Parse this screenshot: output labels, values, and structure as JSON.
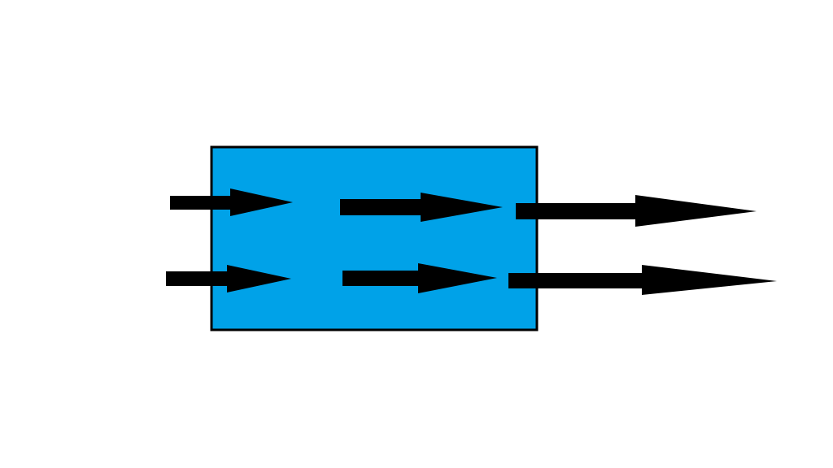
{
  "diagram": {
    "background_color": "#ffffff",
    "box": {
      "fill_color": "#00a2e8",
      "stroke_color": "#000000"
    },
    "arrows": {
      "color": "#000000",
      "direction": "right",
      "rows": [
        {
          "row": "top",
          "segments": [
            "inlet-arrow",
            "inner-arrow",
            "outlet-arrow"
          ]
        },
        {
          "row": "bottom",
          "segments": [
            "inlet-arrow",
            "inner-arrow",
            "outlet-arrow"
          ]
        }
      ]
    }
  }
}
